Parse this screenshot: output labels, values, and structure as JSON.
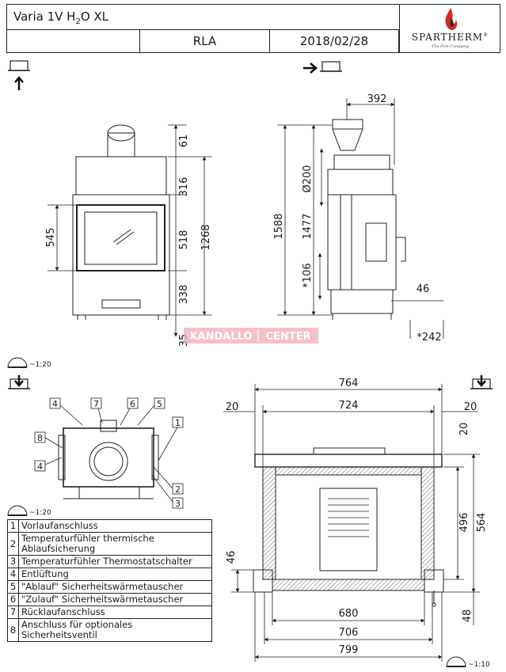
{
  "header": {
    "title_prefix": "Varia 1V H",
    "title_sub": "2",
    "title_suffix": "O XL",
    "code": "RLA",
    "date": "2018/02/28",
    "brand": "SPARTHERM",
    "brand_reg": "®",
    "tagline": "The Fire Company"
  },
  "watermark": {
    "left": "KANDALLÓ",
    "right": "CENTER",
    "color": "#e85a78"
  },
  "scales": {
    "top_left": "~1:20",
    "mid_left": "~1:20",
    "bottom_right": "~1:10"
  },
  "front_view": {
    "dims": {
      "d61": "61",
      "d316": "316",
      "d518": "518",
      "d338": "338",
      "d35": "35",
      "d1268": "1268",
      "d545": "545"
    }
  },
  "side_view": {
    "dims": {
      "d392": "392",
      "d200": "Ø200",
      "d1588": "1588",
      "d1477": "1477",
      "d106": "*106",
      "d46": "46",
      "d242": "*242"
    }
  },
  "top_view": {
    "callouts": [
      "1",
      "2",
      "3",
      "4",
      "4",
      "5",
      "6",
      "7",
      "8"
    ]
  },
  "section_view": {
    "dims": {
      "d764": "764",
      "d20l": "20",
      "d724": "724",
      "d20r": "20",
      "d20v": "20",
      "d496": "496",
      "d564": "564",
      "d46": "46",
      "d48": "48",
      "d680": "680",
      "d706": "706",
      "d799": "799"
    }
  },
  "legend": [
    {
      "num": "1",
      "text": "Vorlaufanschluss"
    },
    {
      "num": "2",
      "text": "Temperaturfühler thermische Ablaufsicherung"
    },
    {
      "num": "3",
      "text": "Temperaturfühler Thermostatschalter"
    },
    {
      "num": "4",
      "text": "Entlüftung"
    },
    {
      "num": "5",
      "text": "\"Ablauf\" Sicherheitswärmetauscher"
    },
    {
      "num": "6",
      "text": "\"Zulauf\" Sicherheitswärmetauscher"
    },
    {
      "num": "7",
      "text": "Rücklaufanschluss"
    },
    {
      "num": "8",
      "text": "Anschluss für optionales Sicherheitsventil"
    }
  ]
}
